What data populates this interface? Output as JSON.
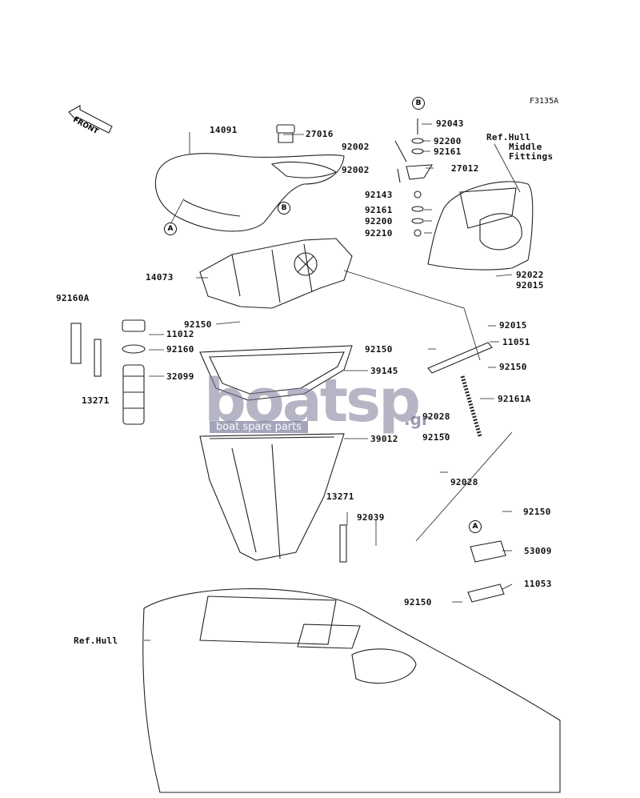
{
  "diagram": {
    "figure_code": "F3135A",
    "front_marker": "FRONT",
    "ref_hull_top": [
      "Ref.Hull",
      "Middle",
      "Fittings"
    ],
    "ref_hull_bottom": "Ref.Hull",
    "callouts": [
      "A",
      "B",
      "B",
      "A"
    ],
    "parts": {
      "p14091": "14091",
      "p27016": "27016",
      "p14073": "14073",
      "p92150a": "92150",
      "p92160A": "92160A",
      "p11012": "11012",
      "p92160": "92160",
      "p32099": "32099",
      "p13271a": "13271",
      "p39145": "39145",
      "p39012": "39012",
      "p13271b": "13271",
      "p92039": "92039",
      "p92043": "92043",
      "p92200a": "92200",
      "p92002a": "92002",
      "p92161a": "92161",
      "p92002b": "92002",
      "p27012": "27012",
      "p92143": "92143",
      "p92161b": "92161",
      "p92200b": "92200",
      "p92210": "92210",
      "p92022": "92022",
      "p92015a": "92015",
      "p92015b": "92015",
      "p92150b": "92150",
      "p11051": "11051",
      "p92150c": "92150",
      "p92161A": "92161A",
      "p92028a": "92028",
      "p92150d": "92150",
      "p92028b": "92028",
      "p92150e": "92150",
      "p53009": "53009",
      "p11053": "11053",
      "p92150f": "92150"
    }
  },
  "watermark": {
    "big": "boatsp",
    "small": "boat spare parts",
    "suffix": ".gr"
  }
}
